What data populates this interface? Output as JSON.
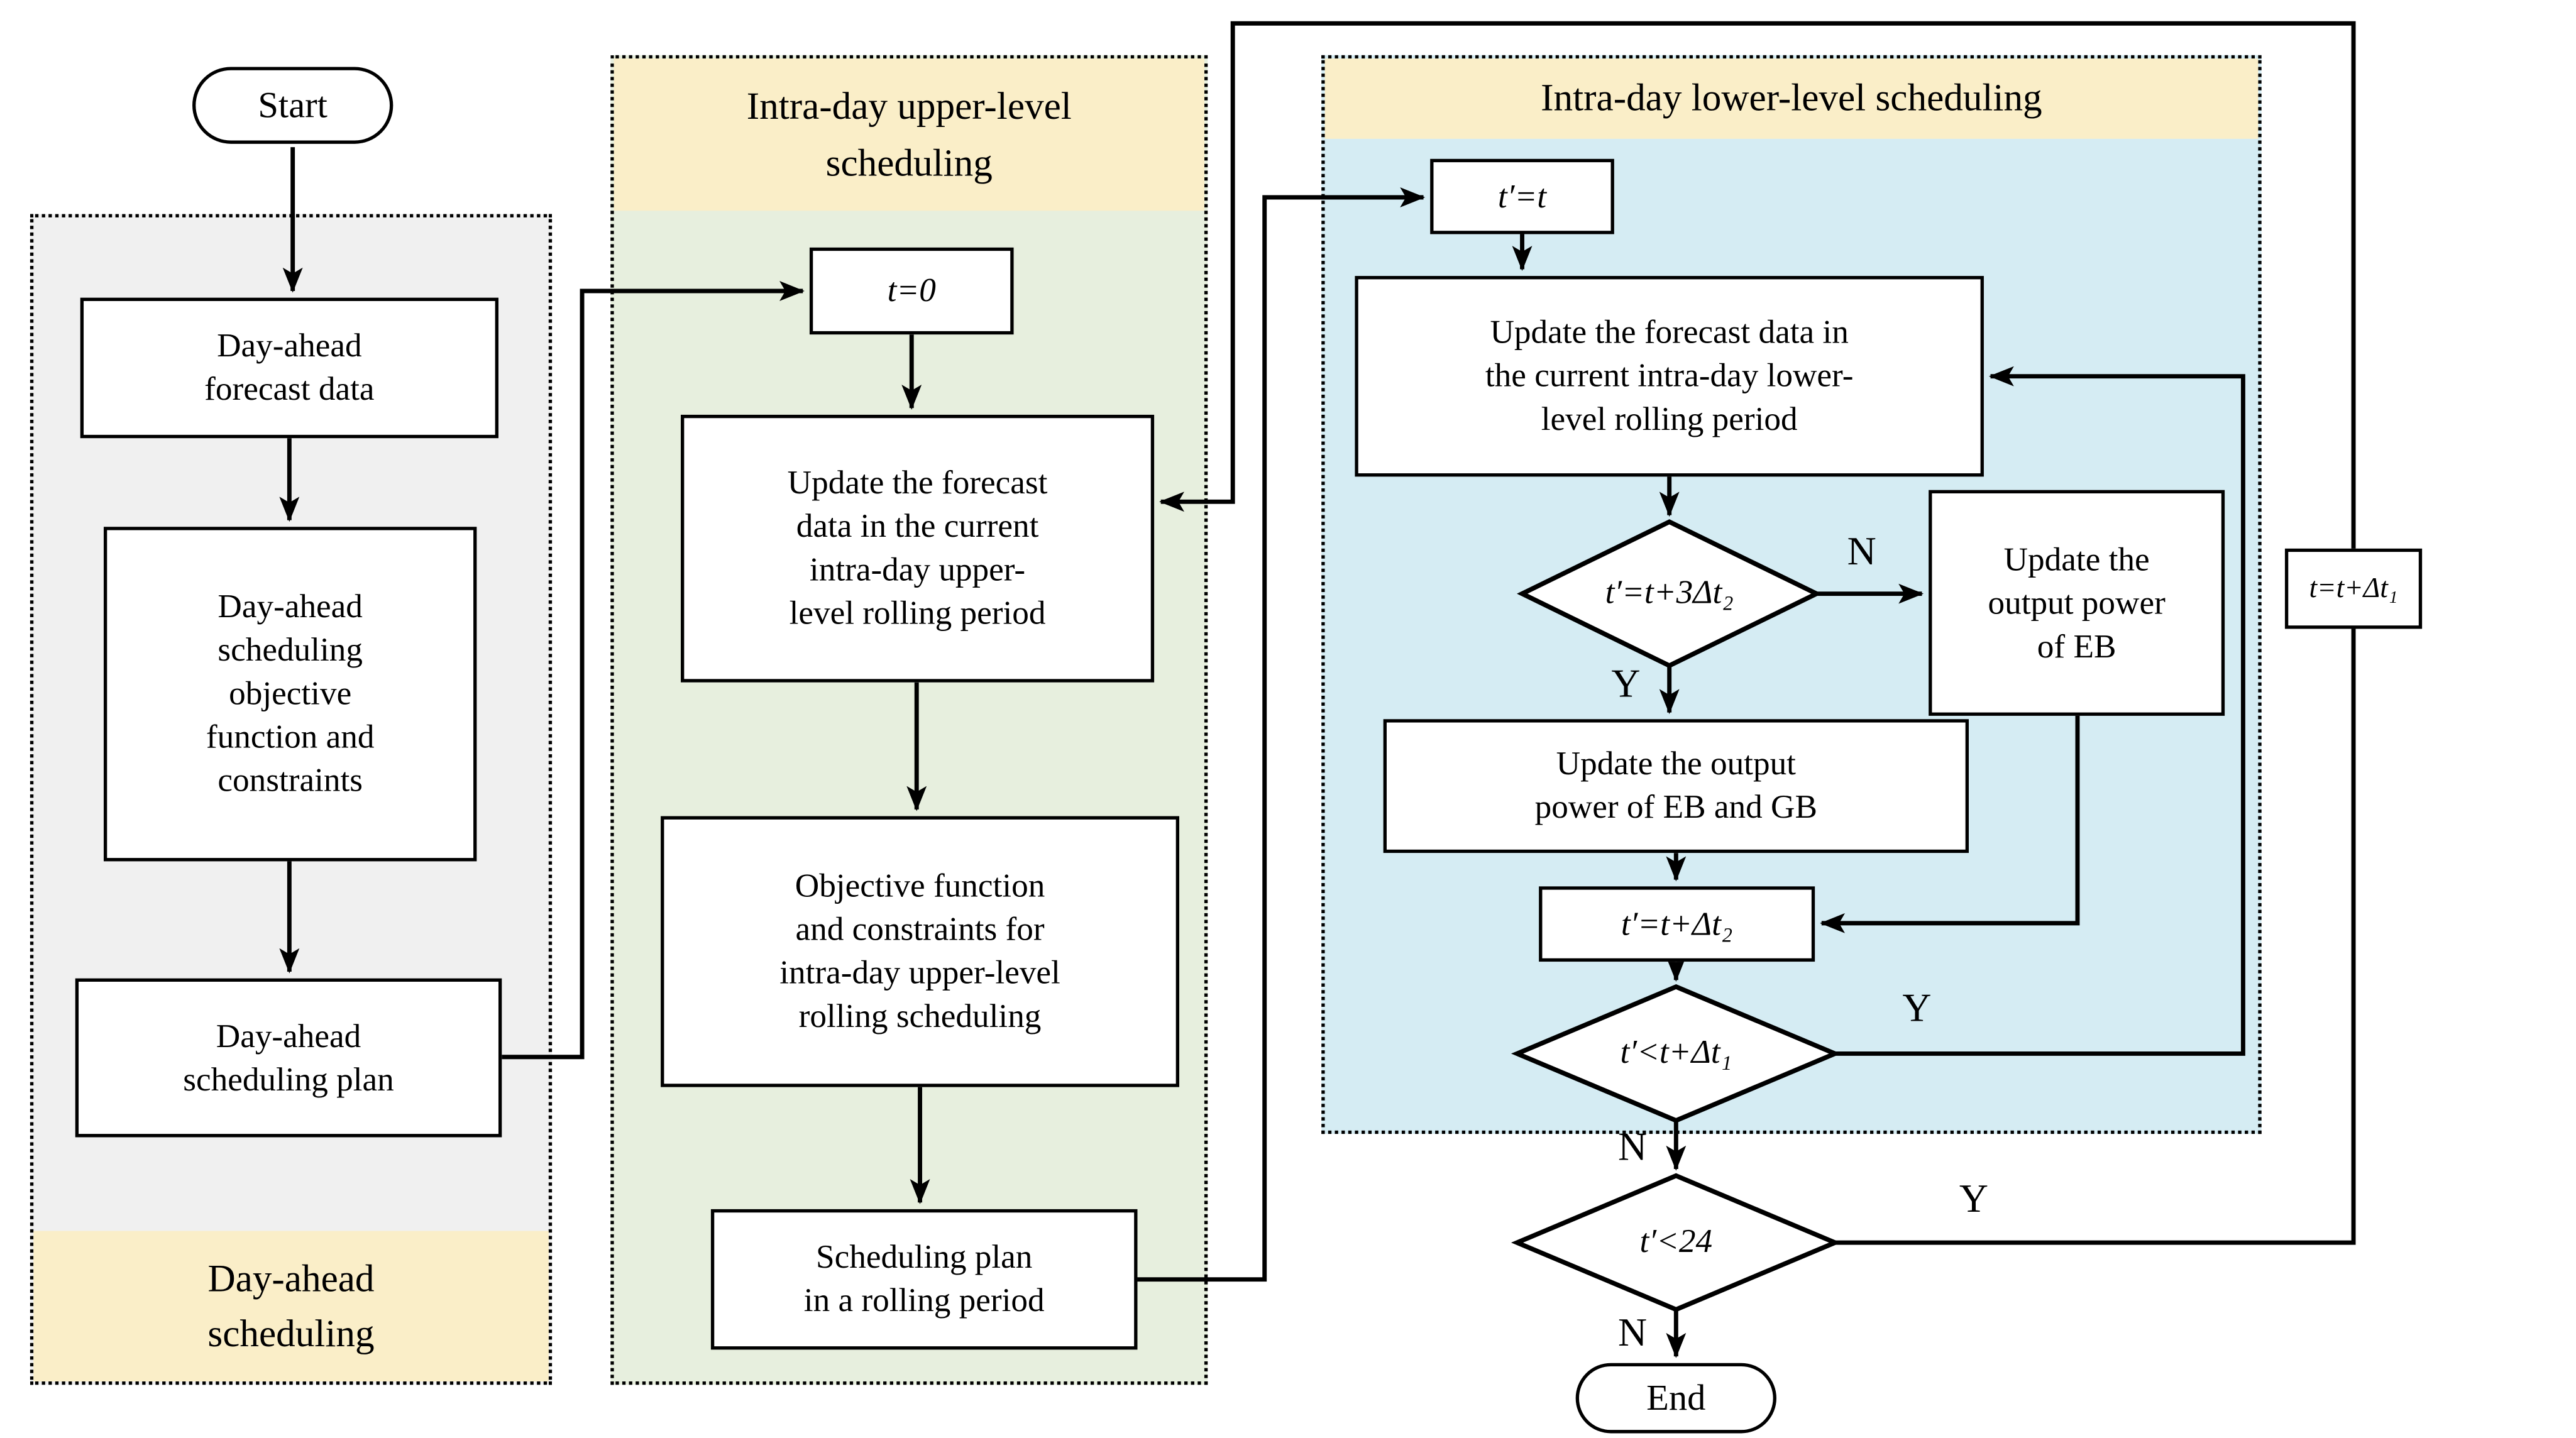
{
  "sections": {
    "day_ahead": {
      "label_line1": "Day-ahead",
      "label_line2": "scheduling"
    },
    "upper": {
      "title_line1": "Intra-day upper-level",
      "title_line2": "scheduling"
    },
    "lower": {
      "title": "Intra-day lower-level scheduling"
    }
  },
  "nodes": {
    "start": {
      "label": "Start"
    },
    "da_forecast": {
      "lines": [
        "Day-ahead",
        "forecast data"
      ]
    },
    "da_objective": {
      "lines": [
        "Day-ahead",
        "scheduling",
        "objective",
        "function and",
        "constraints"
      ]
    },
    "da_plan": {
      "lines": [
        "Day-ahead",
        "scheduling plan"
      ]
    },
    "t0": {
      "label": "t=0"
    },
    "upd_upper": {
      "lines": [
        "Update the forecast",
        "data in the current",
        "intra-day upper-",
        "level rolling period"
      ]
    },
    "obj_upper": {
      "lines": [
        "Objective function",
        "and constraints for",
        "intra-day upper-level",
        "rolling scheduling"
      ]
    },
    "sched_plan": {
      "lines": [
        "Scheduling plan",
        "in a rolling  period"
      ]
    },
    "tp_t": {
      "label": "t′=t"
    },
    "upd_lower": {
      "lines": [
        "Update the forecast data in",
        "the current intra-day lower-",
        "level rolling period"
      ]
    },
    "d_3dt2": {
      "label": "t′=t+3Δt₂"
    },
    "upd_eb": {
      "lines": [
        "Update the",
        "output power",
        "of EB"
      ]
    },
    "upd_ebgb": {
      "lines": [
        "Update the output",
        "power of EB and GB"
      ]
    },
    "tp_dt2": {
      "label": "t′=t+Δt₂"
    },
    "d_lt_dt1": {
      "label": "t′<t+Δt₁"
    },
    "d_lt24": {
      "label": "t′<24"
    },
    "end": {
      "label": "End"
    },
    "t_dt1": {
      "label": "t=t+Δt₁"
    }
  },
  "edge_labels": {
    "d3dt2_n": "N",
    "d3dt2_y": "Y",
    "dlt1_y": "Y",
    "dlt1_n": "N",
    "dlt24_y": "Y",
    "dlt24_n": "N"
  },
  "colors": {
    "band_yellow": "#faeec8",
    "upper_bg": "#e7efde",
    "lower_bg": "#d5ecf3",
    "day_ahead_bg": "#f0f0f0",
    "line": "#000000"
  }
}
